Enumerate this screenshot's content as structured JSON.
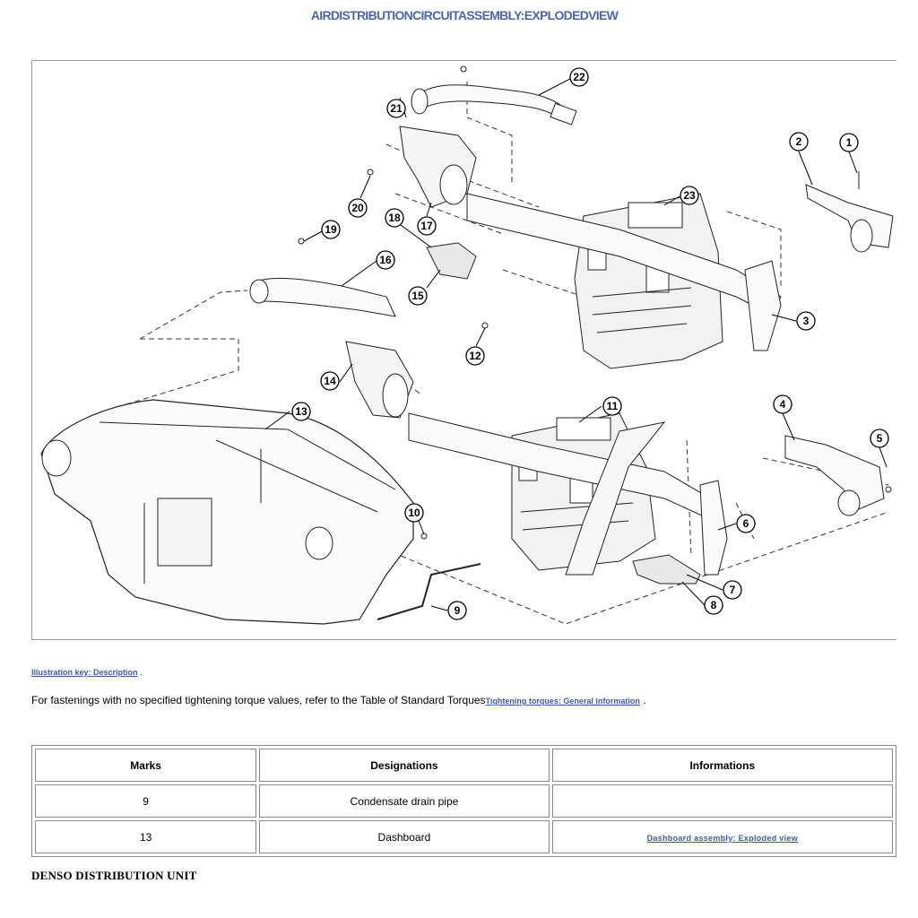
{
  "title": "AIRDISTRIBUTIONCIRCUITASSEMBLY:EXPLODEDVIEW",
  "figure": {
    "callouts": [
      "1",
      "2",
      "3",
      "4",
      "5",
      "6",
      "7",
      "8",
      "9",
      "10",
      "11",
      "12",
      "13",
      "14",
      "15",
      "16",
      "17",
      "18",
      "19",
      "20",
      "21",
      "22",
      "23"
    ]
  },
  "notes": {
    "key_link": "Illustration key: Description",
    "key_suffix": ".",
    "torque_text": "For fastenings with no specified tightening torque values, refer to the Table of Standard Torques",
    "torque_link": "Tightening torques: General information",
    "torque_suffix": "."
  },
  "table": {
    "headers": [
      "Marks",
      "Designations",
      "Informations"
    ],
    "rows": [
      {
        "mark": "9",
        "designation": "Condensate drain pipe",
        "info": ""
      },
      {
        "mark": "13",
        "designation": "Dashboard",
        "info": "Dashboard assembly: Exploded view"
      }
    ]
  },
  "section_title": "DENSO DISTRIBUTION UNIT"
}
